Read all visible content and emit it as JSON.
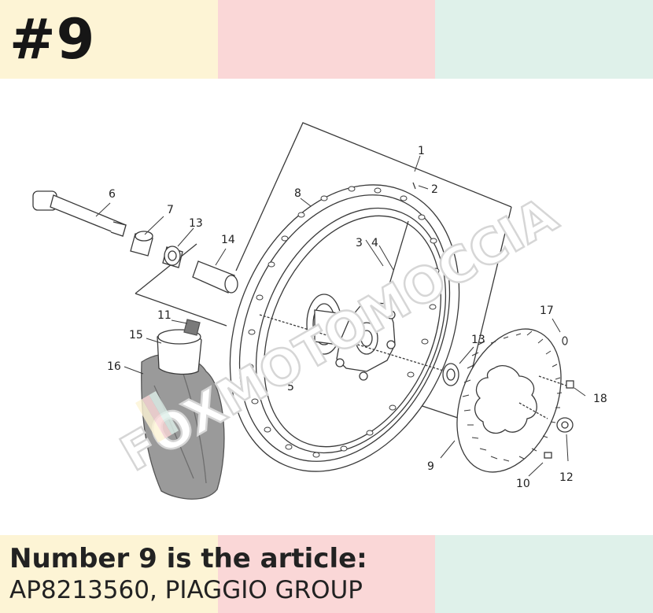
{
  "header": {
    "title": "#9"
  },
  "watermark": {
    "text": "FOXMOTOMOCCIA",
    "color": "#cfcfcf"
  },
  "diagram": {
    "callouts": [
      "1",
      "2",
      "3",
      "4",
      "5",
      "6",
      "7",
      "8",
      "9",
      "10",
      "11",
      "12",
      "13",
      "13",
      "14",
      "15",
      "16",
      "17",
      "18"
    ]
  },
  "caption": {
    "line1": "Number 9 is the article:",
    "line2": "AP8213560, PIAGGIO GROUP"
  },
  "colors": {
    "band_yellow": "#fdf4d5",
    "band_pink": "#fad7d7",
    "band_mint": "#dff1ea",
    "line_art": "#3a3a3a",
    "tyre_fill": "#9a9a9a"
  }
}
